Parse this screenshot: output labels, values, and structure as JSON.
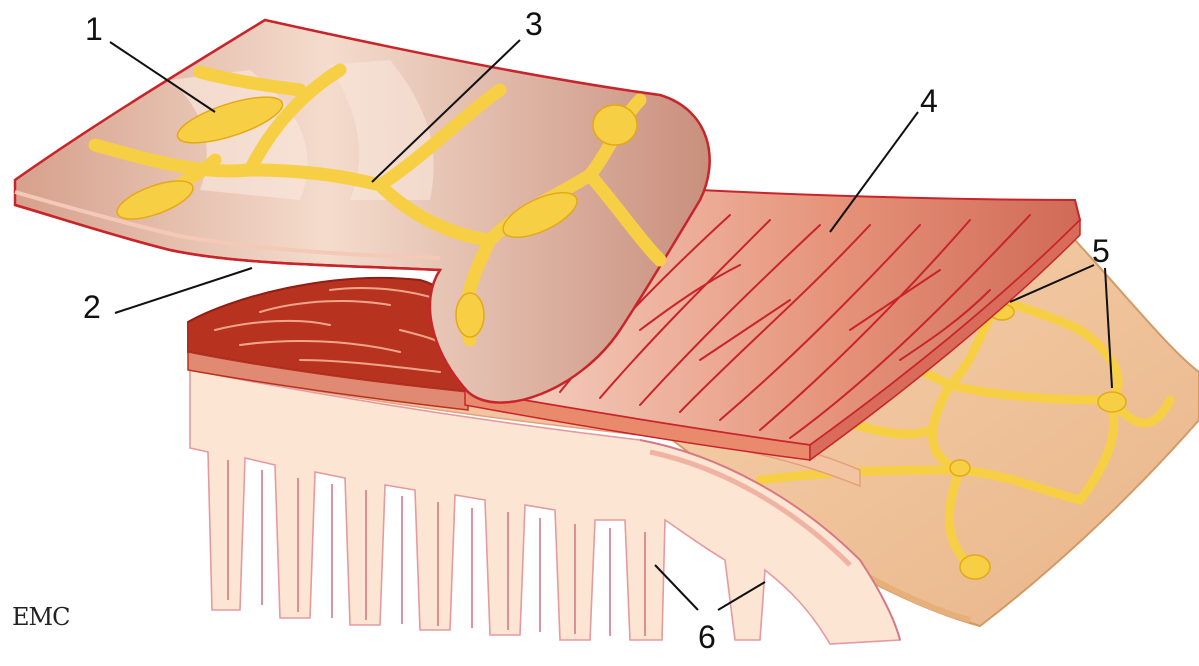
{
  "figure": {
    "labels": {
      "l1": "1",
      "l2": "2",
      "l3": "3",
      "l4": "4",
      "l5": "5",
      "l6": "6"
    },
    "logo": "EMC"
  },
  "colors": {
    "plexus_yellow": "#f7cf45",
    "muscle_red": "#c9242a",
    "muscle_fill": "#e98a6d",
    "mucosa_fill": "#fde3cf",
    "submucosa_fill": "#f1c08e",
    "cut_muscle": "#b8331f"
  }
}
